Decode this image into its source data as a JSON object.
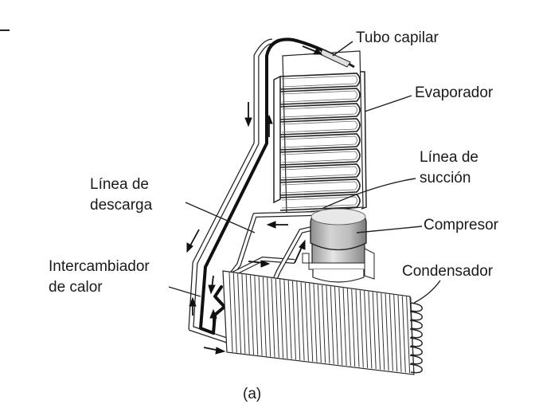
{
  "labels": {
    "capillary_tube": "Tubo capilar",
    "evaporator": "Evaporador",
    "suction_line_1": "Línea de",
    "suction_line_2": "succión",
    "discharge_line_1": "Línea de",
    "discharge_line_2": "descarga",
    "compressor": "Compresor",
    "heat_exchanger_1": "Intercambiador",
    "heat_exchanger_2": "de calor",
    "condenser": "Condensador",
    "caption": "(a)"
  },
  "colors": {
    "tube_outline": "#222222",
    "tube_fill": "#ffffff",
    "capillary": "#111111",
    "compressor_body": "#b8b8b8",
    "compressor_top": "#d9d9d9",
    "text": "#1a1a1a"
  }
}
